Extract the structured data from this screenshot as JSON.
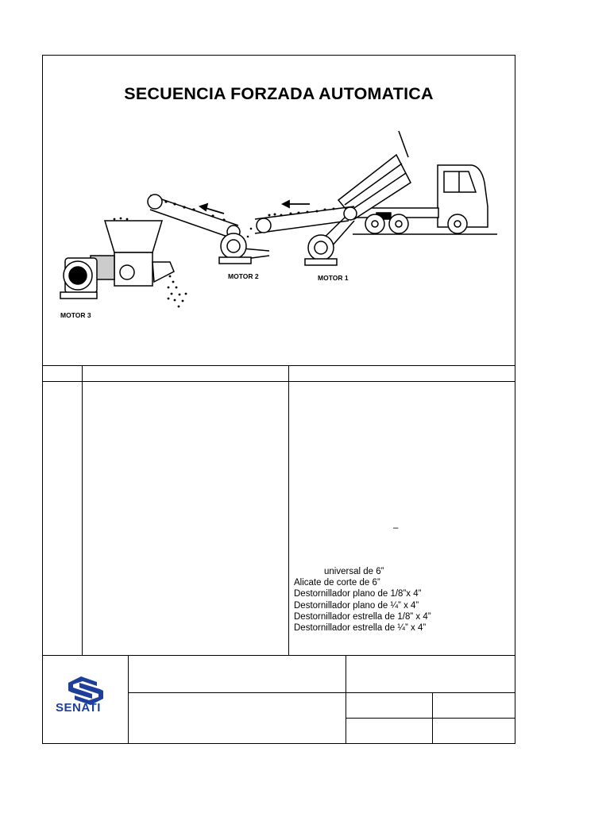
{
  "title": "SECUENCIA FORZADA AUTOMATICA",
  "figure": {
    "labels": {
      "motor1": "MOTOR 1",
      "motor2": "MOTOR 2",
      "motor3": "MOTOR 3"
    }
  },
  "table": {
    "dash": "–",
    "tools": [
      "universal de 6”",
      "Alicate de corte de 6”",
      "Destornillador plano de 1/8”x 4”",
      "Destornillador plano de ¼” x 4”",
      "Destornillador estrella de 1/8” x 4”",
      "Destornillador estrella de ¼” x 4”"
    ]
  },
  "footer": {
    "logo_text": "SENATI",
    "logo_color": "#1d3f9a"
  }
}
